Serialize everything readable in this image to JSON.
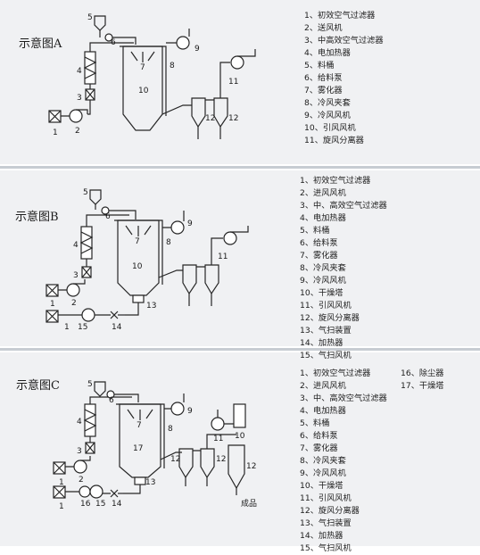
{
  "diagram_a": {
    "title": "示意图A",
    "legend": [
      "1、初效空气过滤器",
      "2、送风机",
      "3、中高效空气过滤器",
      "4、电加热器",
      "5、料桶",
      "6、给料泵",
      "7、雾化器",
      "8、冷风夹套",
      "9、冷风风机",
      "10、引风风机",
      "11、旋风分离器"
    ],
    "labels": {
      "n1": "1",
      "n2": "2",
      "n3": "3",
      "n4": "4",
      "n5": "5",
      "n6": "6",
      "n7": "7",
      "n8": "8",
      "n9": "9",
      "n10": "10",
      "n11": "11",
      "n12a": "12",
      "n12b": "12"
    }
  },
  "diagram_b": {
    "title": "示意图B",
    "legend": [
      "1、初效空气过滤器",
      "2、进风风机",
      "3、中、高效空气过滤器",
      "4、电加热器",
      "5、料桶",
      "6、给料泵",
      "7、雾化器",
      "8、冷风夹套",
      "9、冷风风机",
      "10、干燥塔",
      "11、引风风机",
      "12、旋风分离器",
      "13、气扫装置",
      "14、加热器",
      "15、气扫风机"
    ],
    "labels": {
      "n1a": "1",
      "n1b": "1",
      "n2": "2",
      "n3": "3",
      "n4": "4",
      "n5": "5",
      "n6": "6",
      "n7": "7",
      "n8": "8",
      "n9": "9",
      "n10": "10",
      "n11": "11",
      "n13": "13",
      "n14": "14",
      "n15": "15"
    }
  },
  "diagram_c": {
    "title": "示意图C",
    "legend": [
      "1、初效空气过滤器",
      "2、进风风机",
      "3、中、高效空气过滤器",
      "4、电加热器",
      "5、料桶",
      "6、给料泵",
      "7、雾化器",
      "8、冷风夹套",
      "9、冷风风机",
      "10、干燥塔",
      "11、引风风机",
      "12、旋风分离器",
      "13、气扫装置",
      "14、加热器",
      "15、气扫风机"
    ],
    "legend_extra": [
      "16、除尘器",
      "17、干燥塔"
    ],
    "labels": {
      "n1a": "1",
      "n1b": "1",
      "n2": "2",
      "n3": "3",
      "n4": "4",
      "n5": "5",
      "n6": "6",
      "n7": "7",
      "n8": "8",
      "n9": "9",
      "n10": "10",
      "n11": "11",
      "n12a": "12",
      "n12b": "12",
      "n12c": "12",
      "n13": "13",
      "n14": "14",
      "n15": "15",
      "n16": "16",
      "n17": "17",
      "product": "成品"
    }
  }
}
